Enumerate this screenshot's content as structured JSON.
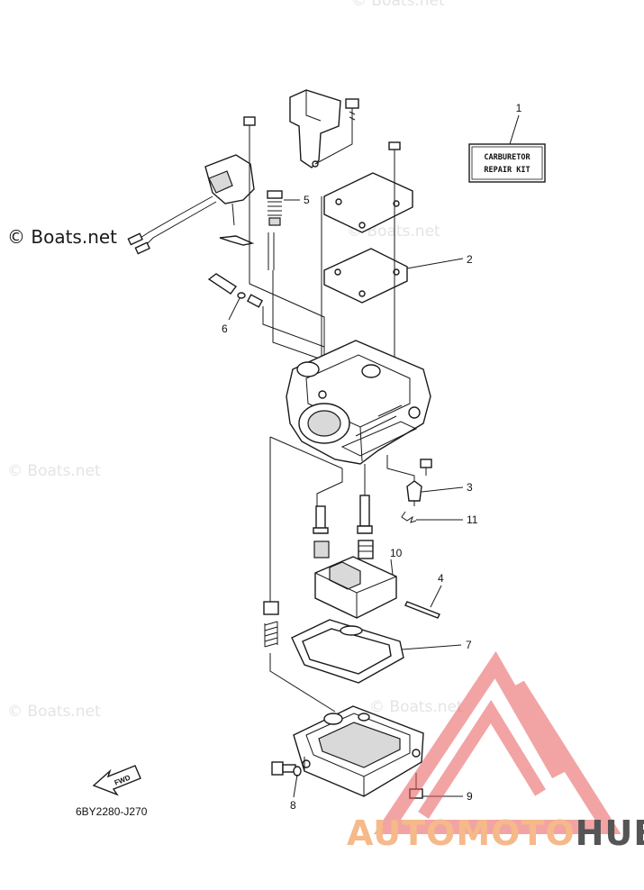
{
  "diagram": {
    "drawing_code": "6BY2280-J270",
    "kit_label_line1": "CARBURETOR",
    "kit_label_line2": "REPAIR KIT",
    "fwd_label": "FWD",
    "callouts": [
      "1",
      "2",
      "3",
      "4",
      "5",
      "6",
      "7",
      "8",
      "9",
      "10",
      "11"
    ]
  },
  "watermarks": {
    "primary": "© Boats.net",
    "faint": "© Boats.net"
  },
  "brand": {
    "part1": "AUTOMOTO",
    "part2": "HUB",
    "color_light": "#f6b98a",
    "color_dark": "#555555",
    "logo_color": "#e85a5a"
  }
}
